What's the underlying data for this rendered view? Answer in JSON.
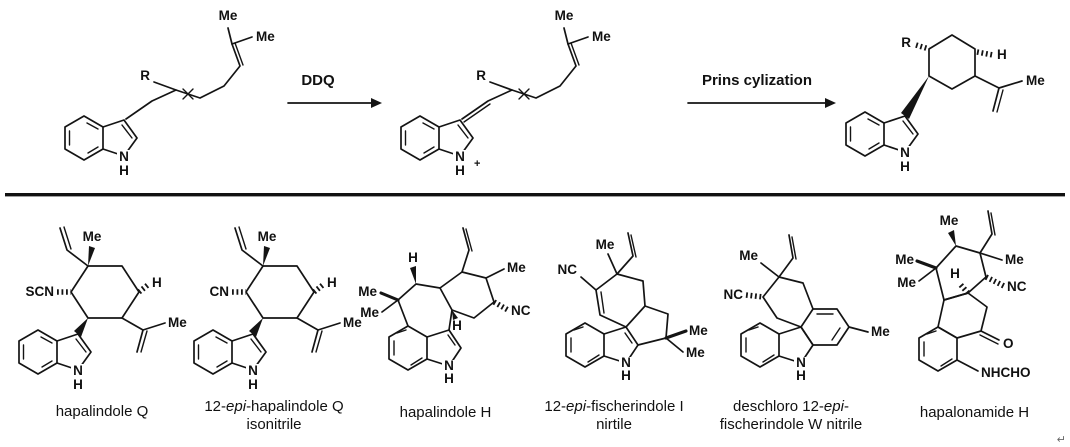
{
  "reaction": {
    "reagent": "DDQ",
    "step": "Prins cylization"
  },
  "atoms": {
    "me": "Me",
    "r": "R",
    "h": "H",
    "n": "N",
    "plus": "+",
    "scn": "SCN",
    "cn": "CN",
    "nc": "NC",
    "o": "O",
    "nhcho": "NHCHO"
  },
  "compounds": [
    {
      "pre": "hapalindole Q",
      "epi": "",
      "post": ""
    },
    {
      "pre": "12-",
      "epi": "epi",
      "post": "-hapalindole Q isonitrile"
    },
    {
      "pre": "hapalindole H",
      "epi": "",
      "post": ""
    },
    {
      "pre": "12-",
      "epi": "epi",
      "post": "-fischerindole I nirtile"
    },
    {
      "pre": "deschloro 12-",
      "epi": "epi",
      "post": "-fischerindole W nitrile"
    },
    {
      "pre": "hapalonamide H",
      "epi": "",
      "post": ""
    }
  ],
  "misc": {
    "return_mark": "↵"
  }
}
